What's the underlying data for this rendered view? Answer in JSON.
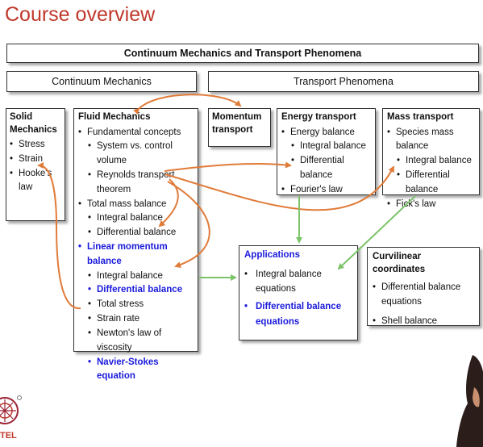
{
  "title": "Course overview",
  "banner": "Continuum Mechanics and Transport Phenomena",
  "headers": {
    "continuum": "Continuum Mechanics",
    "transport": "Transport Phenomena"
  },
  "solid": {
    "title_line1": "Solid",
    "title_line2": "Mechanics",
    "items": [
      "Stress",
      "Strain",
      "Hooke's law"
    ]
  },
  "fluid": {
    "title": "Fluid Mechanics",
    "items": [
      {
        "text": "Fundamental concepts",
        "level": 0,
        "blue": false
      },
      {
        "text": "System vs. control volume",
        "level": 1,
        "blue": false
      },
      {
        "text": "Reynolds transport theorem",
        "level": 1,
        "blue": false
      },
      {
        "text": "Total mass balance",
        "level": 0,
        "blue": false
      },
      {
        "text": "Integral balance",
        "level": 1,
        "blue": false
      },
      {
        "text": "Differential balance",
        "level": 1,
        "blue": false
      },
      {
        "text": "Linear momentum balance",
        "level": 0,
        "blue": true
      },
      {
        "text": "Integral balance",
        "level": 1,
        "blue": false
      },
      {
        "text": "Differential balance",
        "level": 1,
        "blue": true
      },
      {
        "text": "Total stress",
        "level": 1,
        "blue": false
      },
      {
        "text": "Strain rate",
        "level": 1,
        "blue": false
      },
      {
        "text": "Newton's law of viscosity",
        "level": 1,
        "blue": false
      },
      {
        "text": "Navier-Stokes equation",
        "level": 1,
        "blue": true
      }
    ]
  },
  "momentum": {
    "title_line1": "Momentum",
    "title_line2": "transport"
  },
  "energy": {
    "title": "Energy transport",
    "items": [
      {
        "text": "Energy balance",
        "level": 0
      },
      {
        "text": "Integral balance",
        "level": 1
      },
      {
        "text": "Differential balance",
        "level": 1
      },
      {
        "text": "Fourier's law",
        "level": 0
      }
    ]
  },
  "mass": {
    "title": "Mass transport",
    "items": [
      {
        "text": "Species mass balance",
        "level": 0
      },
      {
        "text": "Integral balance",
        "level": 1
      },
      {
        "text": "Differential balance",
        "level": 1
      },
      {
        "text": "Fick's law",
        "level": 0
      }
    ]
  },
  "applications": {
    "title": "Applications",
    "items": [
      {
        "text": "Integral balance equations",
        "blue": false
      },
      {
        "text": "Differential balance equations",
        "blue": true
      }
    ]
  },
  "curvilinear": {
    "title": "Curvilinear coordinates",
    "items": [
      "Differential balance equations",
      "Shell balance"
    ]
  },
  "logo_text": "TEL",
  "colors": {
    "title": "#c0392b",
    "orange_arrow": "#e07b39",
    "green_arrow": "#7cc36a",
    "blue_text": "#1a1adb"
  }
}
